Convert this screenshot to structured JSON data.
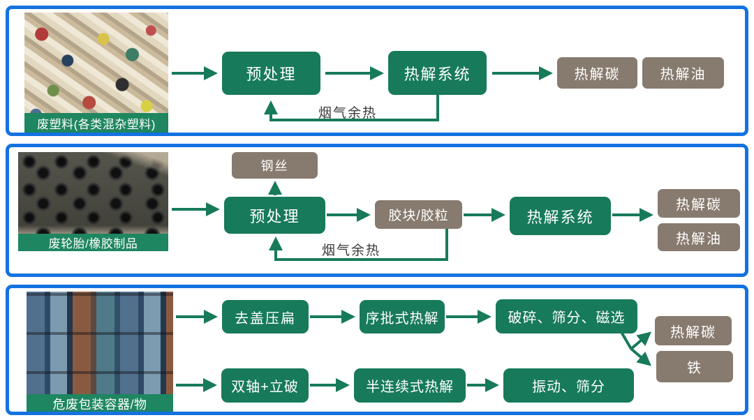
{
  "colors": {
    "panel_border_blue": "#1472e0",
    "process_green": "#177a5b",
    "label_band_green": "#1e8660",
    "output_brown": "#877a6e",
    "arrow_green": "#177a5b",
    "note_text": "#3a3a3a",
    "box_text": "#ffffff"
  },
  "panel1": {
    "photo_label": "废塑料(各类混杂塑料)",
    "pretreat": "预处理",
    "pyrolysis": "热解系统",
    "output_carbon": "热解碳",
    "output_oil": "热解油",
    "feedback": "烟气余热"
  },
  "panel2": {
    "photo_label": "废轮胎/橡胶制品",
    "steel_wire": "钢丝",
    "pretreat": "预处理",
    "rubber": "胶块/胶粒",
    "pyrolysis": "热解系统",
    "output_carbon": "热解碳",
    "output_oil": "热解油",
    "feedback": "烟气余热"
  },
  "panel3": {
    "photo_label": "危废包装容器/物",
    "row1_step1": "去盖压扁",
    "row1_step2": "序批式热解",
    "row1_step3": "破碎、筛分、磁选",
    "row2_step1": "双轴+立破",
    "row2_step2": "半连续式热解",
    "row2_step3": "振动、筛分",
    "output_carbon": "热解碳",
    "output_iron": "铁"
  }
}
